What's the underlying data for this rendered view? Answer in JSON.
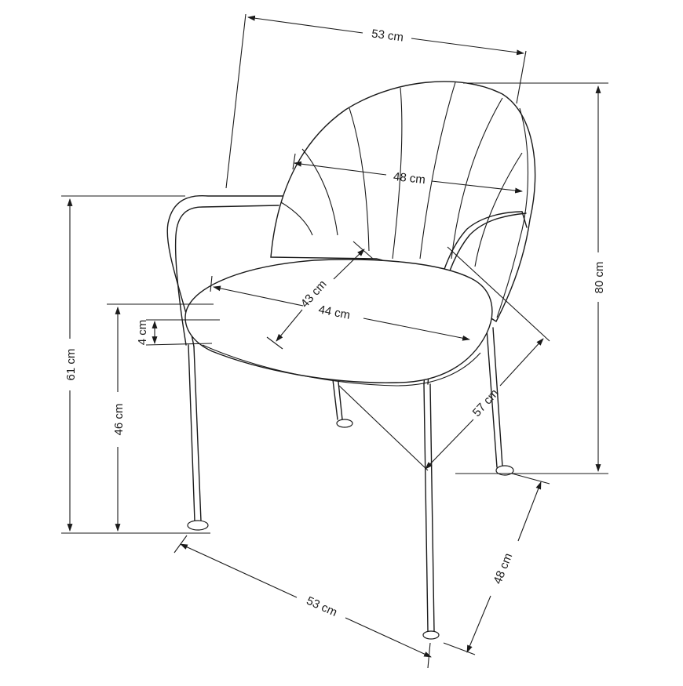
{
  "dimensions": {
    "back_depth": "53 cm",
    "back_width": "48 cm",
    "total_height": "80 cm",
    "armrest_height": "61 cm",
    "seat_height": "46 cm",
    "seat_thickness": "4 cm",
    "seat_depth": "43 cm",
    "seat_width": "44 cm",
    "diagonal": "57 cm",
    "base_width": "53 cm",
    "base_depth": "48 cm"
  }
}
